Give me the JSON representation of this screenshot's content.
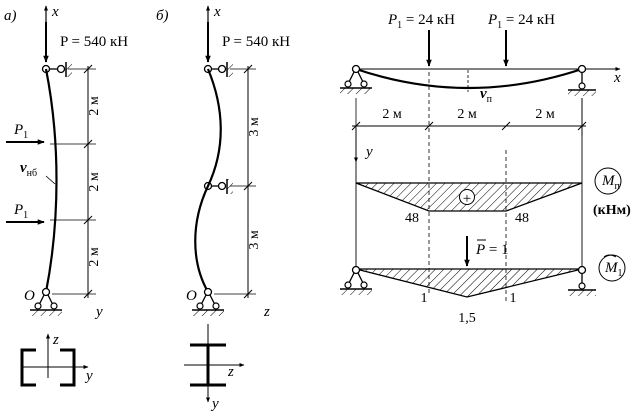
{
  "panels": {
    "a": {
      "label": "а)",
      "force_label": "P = 540 кН",
      "axis_x": "x",
      "axis_y": "y",
      "axis_z": "z",
      "origin": "O",
      "lateral_load_1": "P",
      "lateral_load_1_sub": "1",
      "lateral_load_2": "P",
      "lateral_load_2_sub": "1",
      "deflection": "v",
      "deflection_sub": "нб",
      "segments": [
        "2 м",
        "2 м",
        "2 м"
      ]
    },
    "b": {
      "label": "б)",
      "force_label": "P = 540 кН",
      "axis_x": "x",
      "axis_y": "y",
      "axis_z": "z",
      "origin": "O",
      "segments": [
        "3 м",
        "3 м"
      ]
    },
    "beam": {
      "load_1_sym": "P",
      "load_1_sub": "1",
      "load_1_val": " = 24 кН",
      "load_2_sym": "P",
      "load_2_sub": "1",
      "load_2_val": " = 24 кН",
      "axis_x": "x",
      "axis_y": "y",
      "deflection": "v",
      "deflection_sub": "п",
      "spans": [
        "2 м",
        "2 м",
        "2 м"
      ],
      "moment_sym": "M",
      "moment_sub": "п",
      "moment_units": "(кНм)",
      "moment_sign": "+",
      "moment_values": [
        "48",
        "48"
      ],
      "unit_load_sym": "P",
      "unit_load_val": " = 1",
      "unit_moment_sym": "M",
      "unit_moment_sub": "1",
      "unit_moment_values": [
        "1",
        "1,5",
        "1"
      ]
    }
  }
}
